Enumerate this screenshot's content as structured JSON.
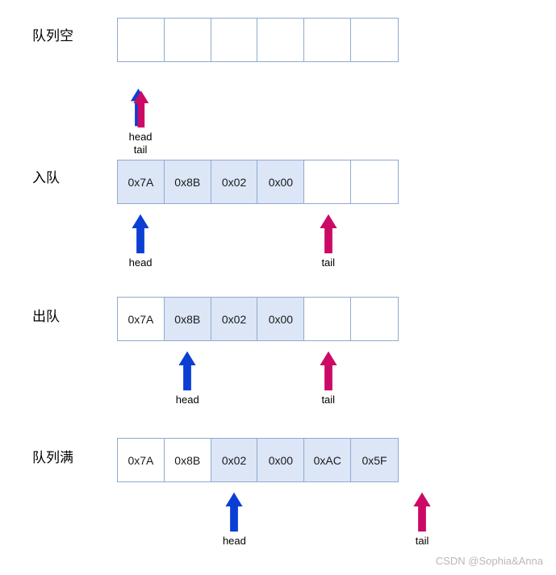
{
  "diagram": {
    "title": "circular-queue-states",
    "colors": {
      "cell_border": "#8faace",
      "cell_fill": "#dce6f7",
      "cell_empty": "#ffffff",
      "head_arrow": "#0b3fd4",
      "tail_arrow": "#cc0a66",
      "text": "#000000",
      "watermark": "#b8b8b8"
    },
    "rows": [
      {
        "label": "队列空",
        "cells": [
          {
            "value": "",
            "filled": false
          },
          {
            "value": "",
            "filled": false
          },
          {
            "value": "",
            "filled": false
          },
          {
            "value": "",
            "filled": false
          },
          {
            "value": "",
            "filled": false
          },
          {
            "value": "",
            "filled": false
          }
        ],
        "pointers": [
          {
            "kind": "head-and-tail",
            "labels": [
              "head",
              "tail"
            ],
            "cell_index": 0
          }
        ]
      },
      {
        "label": "入队",
        "cells": [
          {
            "value": "0x7A",
            "filled": true
          },
          {
            "value": "0x8B",
            "filled": true
          },
          {
            "value": "0x02",
            "filled": true
          },
          {
            "value": "0x00",
            "filled": true
          },
          {
            "value": "",
            "filled": false
          },
          {
            "value": "",
            "filled": false
          }
        ],
        "pointers": [
          {
            "kind": "head",
            "labels": [
              "head"
            ],
            "cell_index": 0
          },
          {
            "kind": "tail",
            "labels": [
              "tail"
            ],
            "cell_index": 4
          }
        ]
      },
      {
        "label": "出队",
        "cells": [
          {
            "value": "0x7A",
            "filled": false
          },
          {
            "value": "0x8B",
            "filled": true
          },
          {
            "value": "0x02",
            "filled": true
          },
          {
            "value": "0x00",
            "filled": true
          },
          {
            "value": "",
            "filled": false
          },
          {
            "value": "",
            "filled": false
          }
        ],
        "pointers": [
          {
            "kind": "head",
            "labels": [
              "head"
            ],
            "cell_index": 1
          },
          {
            "kind": "tail",
            "labels": [
              "tail"
            ],
            "cell_index": 4
          }
        ]
      },
      {
        "label": "队列满",
        "cells": [
          {
            "value": "0x7A",
            "filled": false
          },
          {
            "value": "0x8B",
            "filled": false
          },
          {
            "value": "0x02",
            "filled": true
          },
          {
            "value": "0x00",
            "filled": true
          },
          {
            "value": "0xAC",
            "filled": true
          },
          {
            "value": "0x5F",
            "filled": true
          }
        ],
        "pointers": [
          {
            "kind": "head",
            "labels": [
              "head"
            ],
            "cell_index": 2
          },
          {
            "kind": "tail",
            "labels": [
              "tail"
            ],
            "cell_index": 6
          }
        ]
      }
    ],
    "watermark": "CSDN @Sophia&Anna"
  }
}
